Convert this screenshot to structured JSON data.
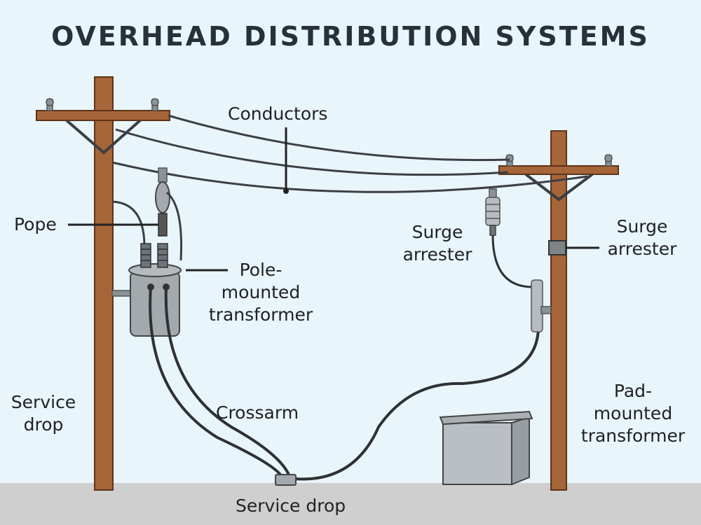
{
  "title": "OVERHEAD DISTRIBUTION SYSTEMS",
  "labels": {
    "conductors": "Conductors",
    "pope": "Pope",
    "pole_mounted_transformer": "Pole-\nmounted\ntransformer",
    "surge_arrester_left": "Surge\narrester",
    "surge_arrester_right": "Surge\narrester",
    "service_drop_left": "Service\ndrop",
    "crossarm": "Crossarm",
    "pad_mounted_transformer": "Pad-\nmounted\ntransformer",
    "service_drop_bottom": "Service drop"
  },
  "colors": {
    "background": "#e8f5fb",
    "ground": "#cfcfcf",
    "pole": "#a7653a",
    "pole_outline": "#5e3418",
    "wire": "#3c3f42",
    "transformer": "#a3a9ad",
    "insulator": "#8c9398",
    "text": "#222222"
  }
}
